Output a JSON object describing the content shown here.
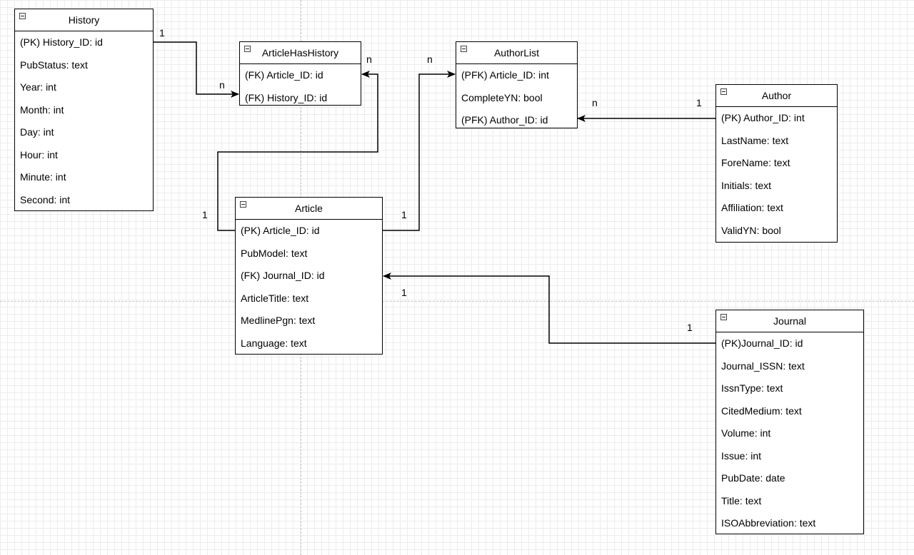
{
  "entities": {
    "history": {
      "title": "History",
      "fields": [
        "(PK) History_ID: id",
        "PubStatus: text",
        "Year: int",
        "Month: int",
        "Day: int",
        "Hour: int",
        "Minute: int",
        "Second: int"
      ]
    },
    "article_has_history": {
      "title": "ArticleHasHistory",
      "fields": [
        "(FK) Article_ID: id",
        "(FK) History_ID: id"
      ]
    },
    "author_list": {
      "title": "AuthorList",
      "fields": [
        "(PFK) Article_ID: int",
        "CompleteYN: bool",
        "(PFK) Author_ID: id"
      ]
    },
    "author": {
      "title": "Author",
      "fields": [
        "(PK) Author_ID: int",
        "LastName: text",
        "ForeName: text",
        "Initials: text",
        "Affiliation: text",
        "ValidYN: bool"
      ]
    },
    "article": {
      "title": "Article",
      "fields": [
        "(PK) Article_ID: id",
        "PubModel: text",
        "(FK) Journal_ID: id",
        "ArticleTitle: text",
        "MedlinePgn: text",
        "Language: text"
      ]
    },
    "journal": {
      "title": "Journal",
      "fields": [
        "(PK)Journal_ID: id",
        "Journal_ISSN: text",
        "IssnType: text",
        "CitedMedium: text",
        "Volume: int",
        "Issue: int",
        "PubDate: date",
        "Title: text",
        "ISOAbbreviation: text"
      ]
    }
  },
  "cardinalities": {
    "history_one": "1",
    "article_has_history_from_history_n": "n",
    "article_has_history_from_article_n": "n",
    "article_to_history_one": "1",
    "author_list_from_article_n": "n",
    "article_to_author_list_one": "1",
    "author_list_from_author_n": "n",
    "author_one": "1",
    "article_from_journal_one": "1",
    "journal_one": "1"
  }
}
